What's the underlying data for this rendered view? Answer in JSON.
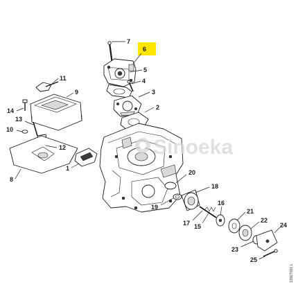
{
  "diagram": {
    "highlight_color": "#ffe600",
    "callouts": [
      {
        "key": "c1",
        "label": "1"
      },
      {
        "key": "c2",
        "label": "2"
      },
      {
        "key": "c3",
        "label": "3"
      },
      {
        "key": "c4",
        "label": "4"
      },
      {
        "key": "c5",
        "label": "5"
      },
      {
        "key": "c6",
        "label": "6",
        "highlighted": true
      },
      {
        "key": "c7",
        "label": "7"
      },
      {
        "key": "c8",
        "label": "8"
      },
      {
        "key": "c9",
        "label": "9"
      },
      {
        "key": "c10",
        "label": "10"
      },
      {
        "key": "c11",
        "label": "11"
      },
      {
        "key": "c12",
        "label": "12"
      },
      {
        "key": "c13",
        "label": "13"
      },
      {
        "key": "c14",
        "label": "14"
      },
      {
        "key": "c15",
        "label": "15"
      },
      {
        "key": "c16",
        "label": "16"
      },
      {
        "key": "c17",
        "label": "17"
      },
      {
        "key": "c18",
        "label": "18"
      },
      {
        "key": "c19",
        "label": "19"
      },
      {
        "key": "c20",
        "label": "20"
      },
      {
        "key": "c21",
        "label": "21"
      },
      {
        "key": "c22",
        "label": "22"
      },
      {
        "key": "c23",
        "label": "23"
      },
      {
        "key": "c24",
        "label": "24"
      },
      {
        "key": "c25",
        "label": "25"
      }
    ],
    "watermark": "Sinoeka",
    "drawing_code": "135ET001 L"
  }
}
